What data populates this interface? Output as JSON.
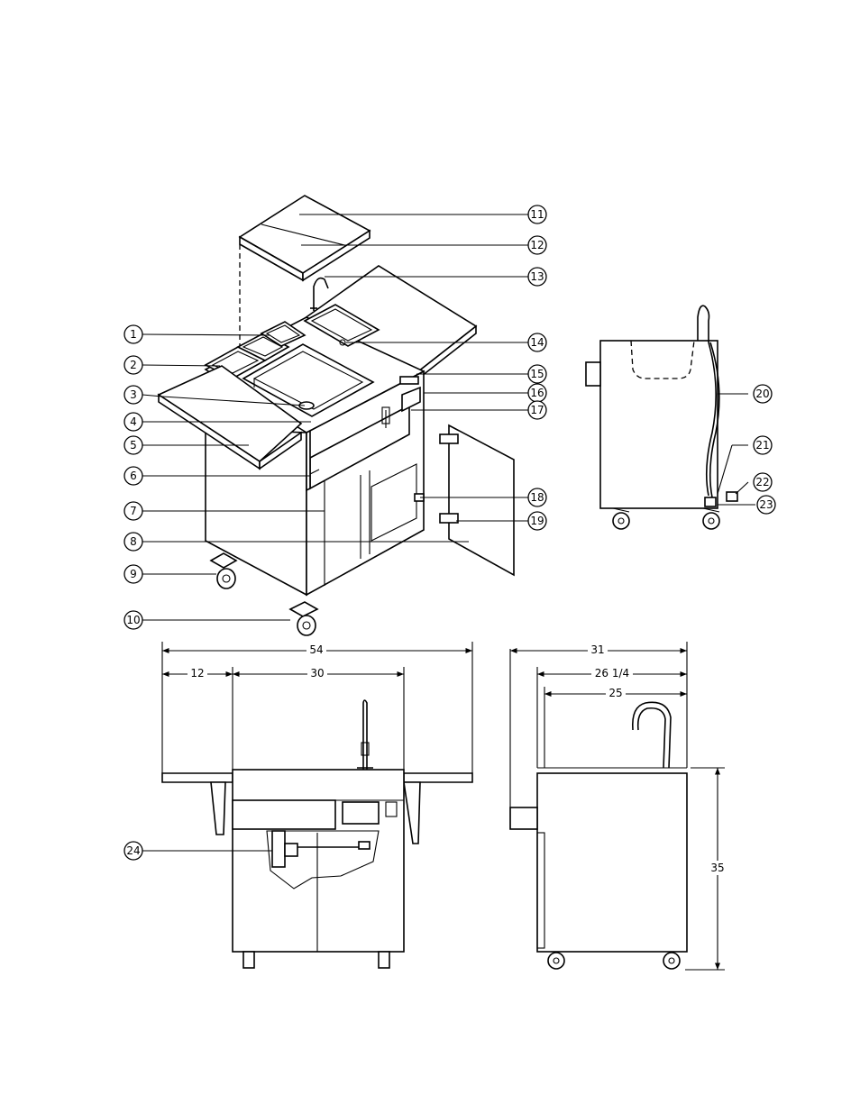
{
  "callouts": [
    "1",
    "2",
    "3",
    "4",
    "5",
    "6",
    "7",
    "8",
    "9",
    "10",
    "11",
    "12",
    "13",
    "14",
    "15",
    "16",
    "17",
    "18",
    "19",
    "20",
    "21",
    "22",
    "23",
    "24"
  ],
  "dimensions": {
    "front_overall": "54",
    "front_left_shelf": "12",
    "front_cabinet": "30",
    "side_overall": "31",
    "side_mid": "26 1/4",
    "side_inner": "25",
    "side_height": "35"
  },
  "colors": {
    "line": "#000000",
    "background": "#ffffff"
  }
}
